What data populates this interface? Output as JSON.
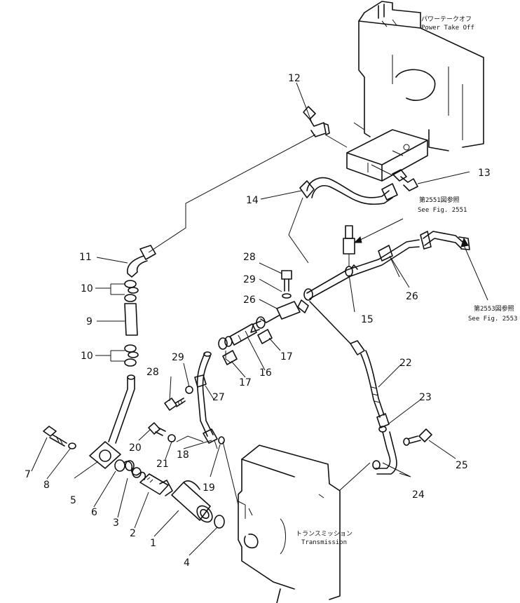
{
  "labels": {
    "pto_jp": "パワーテークオフ",
    "pto_en": "Power Take Off",
    "trans_jp": "トランスミッション",
    "trans_en": "Transmission",
    "ref1_jp": "第2551図参照",
    "ref1_en": "See Fig. 2551",
    "ref2_jp": "第2553図参照",
    "ref2_en": "See Fig. 2553"
  },
  "parts": {
    "p1": "1",
    "p2": "2",
    "p3": "3",
    "p4": "4",
    "p5": "5",
    "p6": "6",
    "p7": "7",
    "p8": "8",
    "p9": "9",
    "p10a": "10",
    "p10b": "10",
    "p11": "11",
    "p12": "12",
    "p13": "13",
    "p14": "14",
    "p15": "15",
    "p16": "16",
    "p17a": "17",
    "p17b": "17",
    "p18": "18",
    "p19": "19",
    "p20": "20",
    "p21": "21",
    "p22": "22",
    "p23": "23",
    "p24": "24",
    "p25": "25",
    "p26a": "26",
    "p26b": "26",
    "p27": "27",
    "p28a": "28",
    "p28b": "28",
    "p29a": "29",
    "p29b": "29"
  }
}
